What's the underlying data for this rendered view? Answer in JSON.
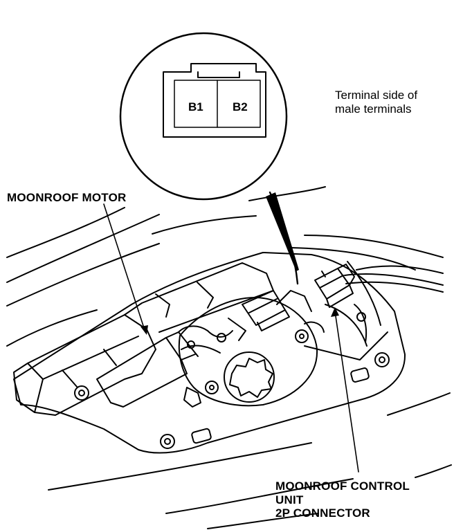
{
  "labels": {
    "motor": "MOONROOF MOTOR",
    "terminal_line1": "Terminal side of",
    "terminal_line2": "male terminals",
    "control_line1": "MOONROOF CONTROL",
    "control_line2": "UNIT",
    "control_line3": "2P CONNECTOR"
  },
  "connector": {
    "pins": [
      "B1",
      "B2"
    ]
  }
}
